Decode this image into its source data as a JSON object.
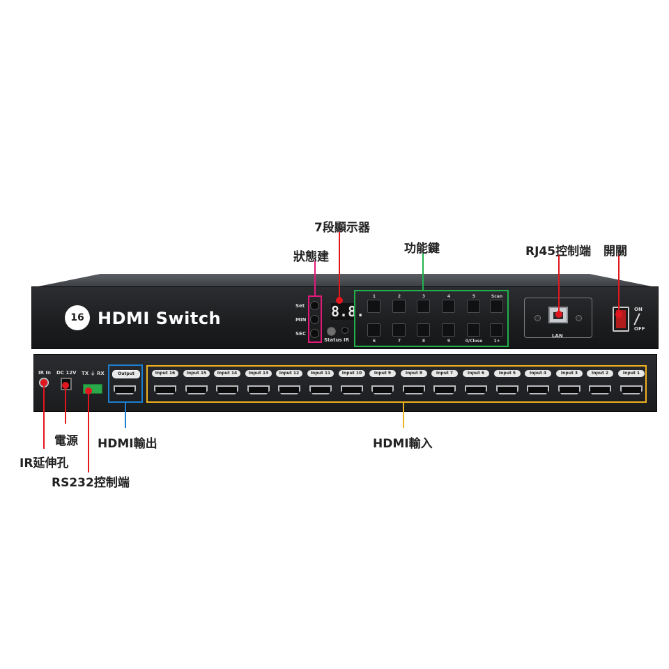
{
  "device": {
    "badge": "16",
    "brand": "HDMI Switch",
    "state_keys": [
      "Set",
      "MIN",
      "SEC"
    ],
    "status_label": "Status",
    "ir_label": "IR",
    "display_value": "8.8.",
    "func_top": [
      "1",
      "2",
      "3",
      "4",
      "5",
      "Scan"
    ],
    "func_bottom": [
      "6",
      "7",
      "8",
      "9",
      "0/Close",
      "1+"
    ],
    "lan_label": "LAN",
    "power_on": "ON",
    "power_off": "OFF"
  },
  "rear": {
    "ir_in": "IR In",
    "dc": "DC 12V",
    "rs232": "TX ⏚ RX",
    "output": "Output",
    "inputs": [
      "Input 16",
      "Input 15",
      "Input 14",
      "Input 13",
      "Input 12",
      "Input 11",
      "Input 10",
      "Input 9",
      "Input 8",
      "Input 7",
      "Input 6",
      "Input 5",
      "Input 4",
      "Input 3",
      "Input 2",
      "Input 1"
    ]
  },
  "callouts": {
    "display": "7段顯示器",
    "state": "狀態建",
    "func": "功能鍵",
    "rj45": "RJ45控制端",
    "power": "開關",
    "dc": "電源",
    "hdmi_out": "HDMI輸出",
    "hdmi_in": "HDMI輸入",
    "ir": "IR延伸孔",
    "rs232": "RS232控制端"
  },
  "colors": {
    "state": "#e3197a",
    "display": "#e1161f",
    "func": "#22b24c",
    "rj45": "#e1161f",
    "power": "#e1161f",
    "dc": "#e1161f",
    "hdmi_out": "#1e7fd0",
    "hdmi_in": "#f0b320",
    "ir": "#e1161f",
    "rs232": "#e1161f"
  }
}
